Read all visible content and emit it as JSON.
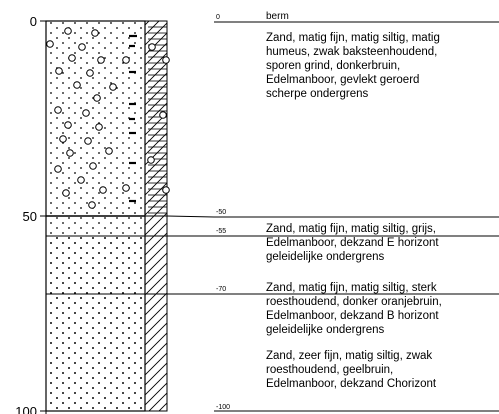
{
  "borehole_log": {
    "depth_axis": {
      "ticks": [
        "0",
        "50",
        "100"
      ]
    },
    "layers": [
      {
        "top_label": "0",
        "title": "berm",
        "description": [
          "Zand, matig fijn, matig siltig, matig",
          "humeus, zwak baksteenhoudend,",
          "sporen grind, donkerbruin,",
          "Edelmanboor, gevlekt geroerd",
          "scherpe ondergrens"
        ]
      },
      {
        "top_label": "-50",
        "title": "",
        "description": []
      },
      {
        "top_label": "-55",
        "title": "",
        "description": [
          "Zand, matig fijn, matig siltig, grijs,",
          "Edelmanboor, dekzand E horizont",
          "geleidelijke ondergrens"
        ]
      },
      {
        "top_label": "-70",
        "title": "",
        "description": [
          "Zand, matig fijn, matig siltig, sterk",
          "roesthoudend, donker oranjebruin,",
          "Edelmanboor, dekzand B horizont",
          "geleidelijke ondergrens"
        ]
      },
      {
        "top_label": "",
        "title": "",
        "description": [
          "Zand, zeer fijn, matig siltig, zwak",
          "roesthoudend, geelbruin,",
          "Edelmanboor, dekzand Chorizont"
        ]
      }
    ],
    "bottom_label": "-100"
  }
}
